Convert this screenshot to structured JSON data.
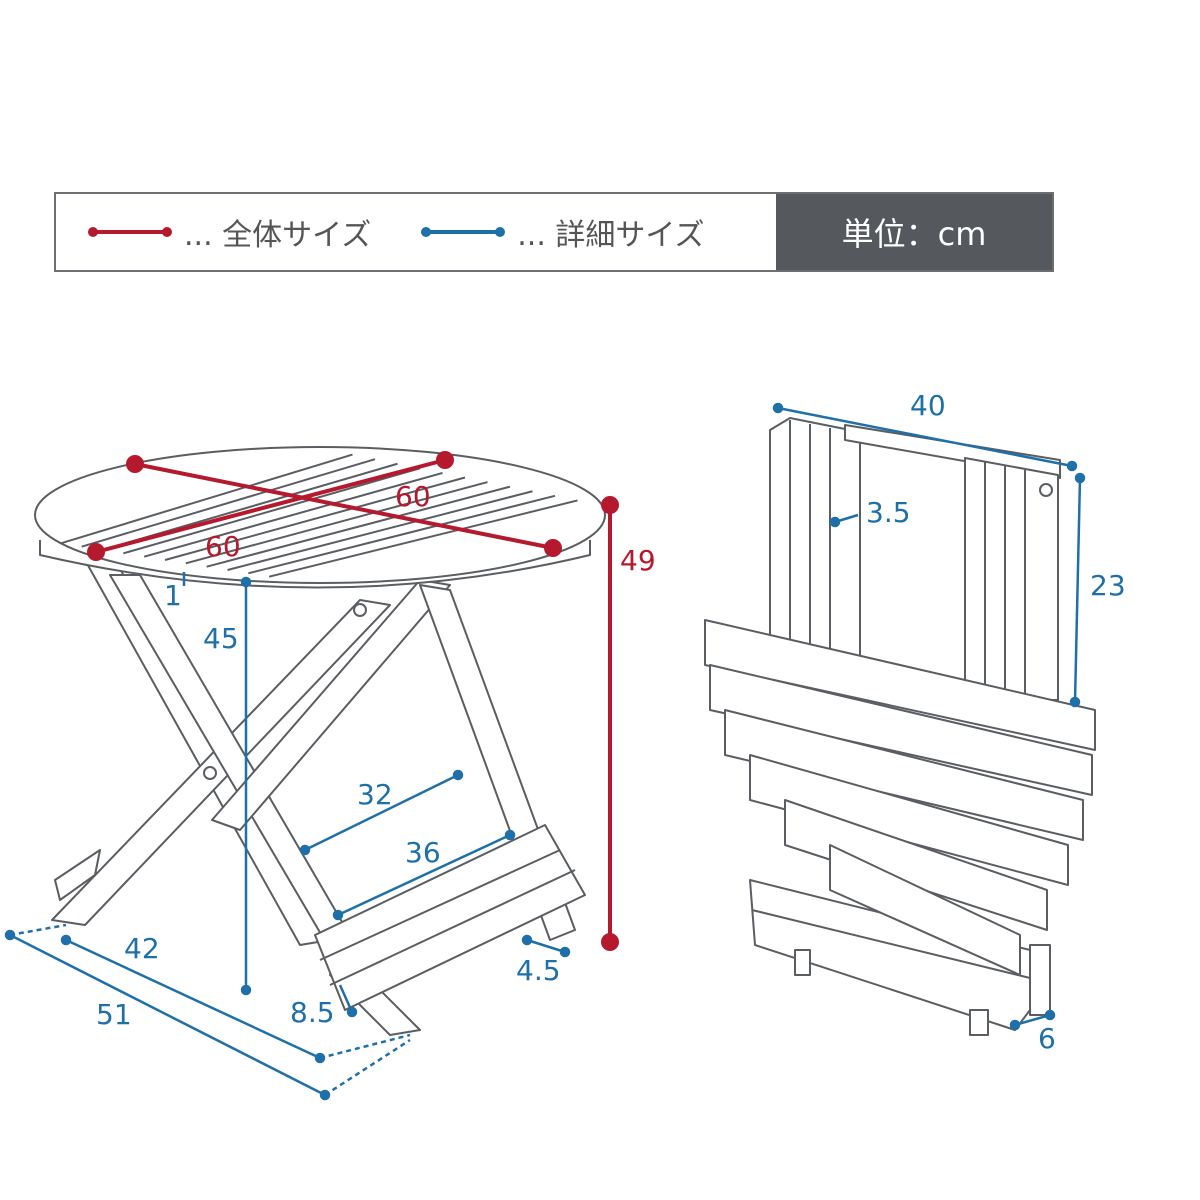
{
  "legend": {
    "overall_label": "... 全体サイズ",
    "detail_label": "... 詳細サイズ",
    "unit_label": "単位：cm",
    "overall_color": "#b5192e",
    "detail_color": "#1f6fa8"
  },
  "open_table": {
    "top_diameter_a": "60",
    "top_diameter_b": "60",
    "total_height": "49",
    "top_thickness": "1",
    "leg_height": "45",
    "inner_width_a": "32",
    "inner_width_b": "36",
    "depth_inner": "42",
    "depth_outer": "51",
    "foot_height": "8.5",
    "foot_width": "4.5"
  },
  "folded_table": {
    "width": "40",
    "bar": "3.5",
    "leg_height": "23",
    "thickness": "6"
  }
}
